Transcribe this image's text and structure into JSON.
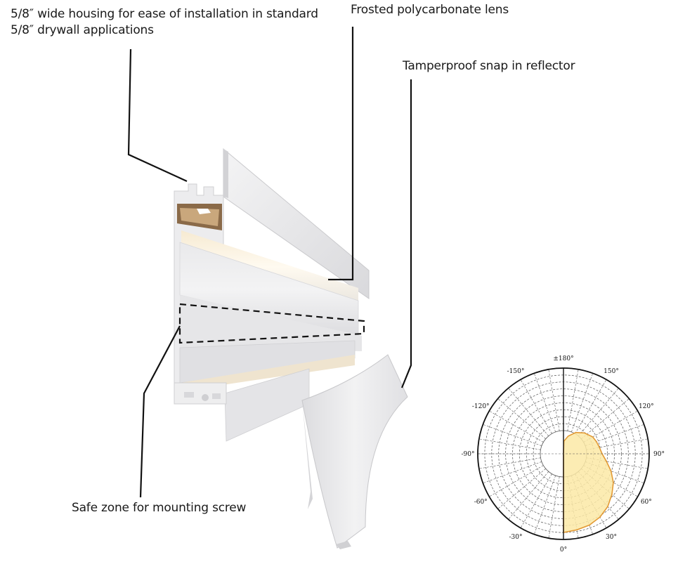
{
  "callouts": {
    "housing": [
      "5/8″ wide housing for ease of installation in standard",
      "5/8″ drywall applications"
    ],
    "lens": "Frosted polycarbonate lens",
    "reflector": "Tamperproof snap in reflector",
    "safe_zone": "Safe zone for mounting screw"
  },
  "polar": {
    "labels": [
      "±180°",
      "-150°",
      "150°",
      "-120°",
      "120°",
      "-90°",
      "90°",
      "-60°",
      "60°",
      "-30°",
      "30°",
      "0°"
    ],
    "distribution_color": "#fbe9a6",
    "distribution_stroke": "#e39a35"
  },
  "colors": {
    "housing": "#e8e8ea",
    "leader": "#111111"
  }
}
